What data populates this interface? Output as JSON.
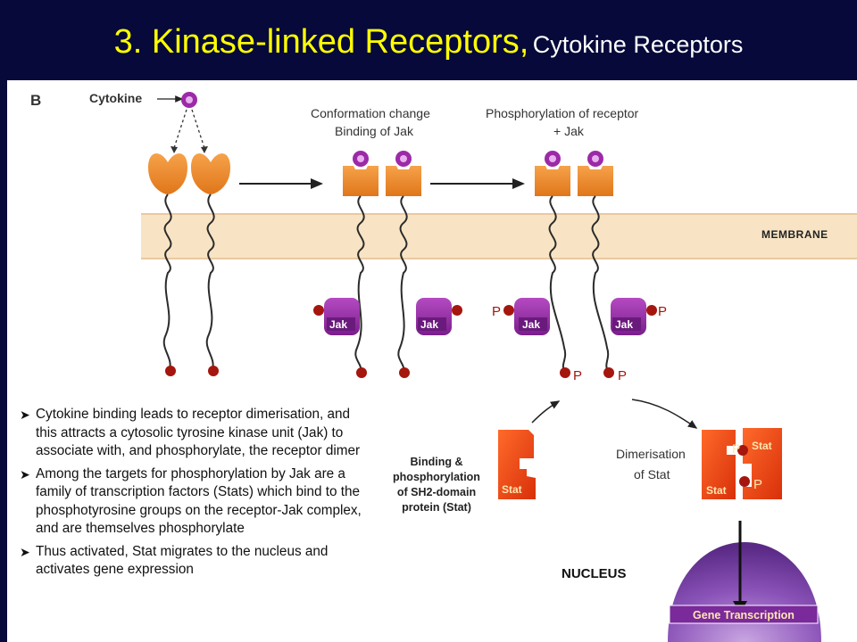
{
  "title": {
    "main": "3. Kinase-linked Receptors,",
    "sub": "Cytokine Receptors"
  },
  "diagram": {
    "panel_label": "B",
    "cytokine_label": "Cytokine",
    "step1_line1": "Conformation change",
    "step1_line2": "Binding of Jak",
    "step2_line1": "Phosphorylation of receptor",
    "step2_line2": "+ Jak",
    "membrane_label": "MEMBRANE",
    "jak_label": "Jak",
    "phospho_label": "P",
    "stat_label": "Stat",
    "binding_line1": "Binding &",
    "binding_line2": "phosphorylation",
    "binding_line3": "of SH2-domain",
    "binding_line4": "protein (Stat)",
    "dimer_line1": "Dimerisation",
    "dimer_line2": "of Stat",
    "nucleus_label": "NUCLEUS",
    "gene_label": "Gene Transcription"
  },
  "colors": {
    "background": "#06093a",
    "title_main": "#ffff00",
    "receptor": "#f08a1e",
    "cytokine": "#9c2aa8",
    "jak": "#9c2aa8",
    "stat": "#ee4a12",
    "membrane": "#f8e4c4",
    "nucleus": "#6e3a9e"
  },
  "bullets": [
    "Cytokine binding leads to receptor dimerisation, and this attracts a cytosolic tyrosine kinase unit (Jak) to associate with, and phosphorylate, the receptor dimer",
    "Among the targets for phosphorylation by Jak are a family of transcription factors (Stats) which bind to the phosphotyrosine groups on the receptor-Jak complex, and are themselves phosphorylate",
    "Thus activated, Stat migrates to the nucleus and activates gene expression"
  ]
}
